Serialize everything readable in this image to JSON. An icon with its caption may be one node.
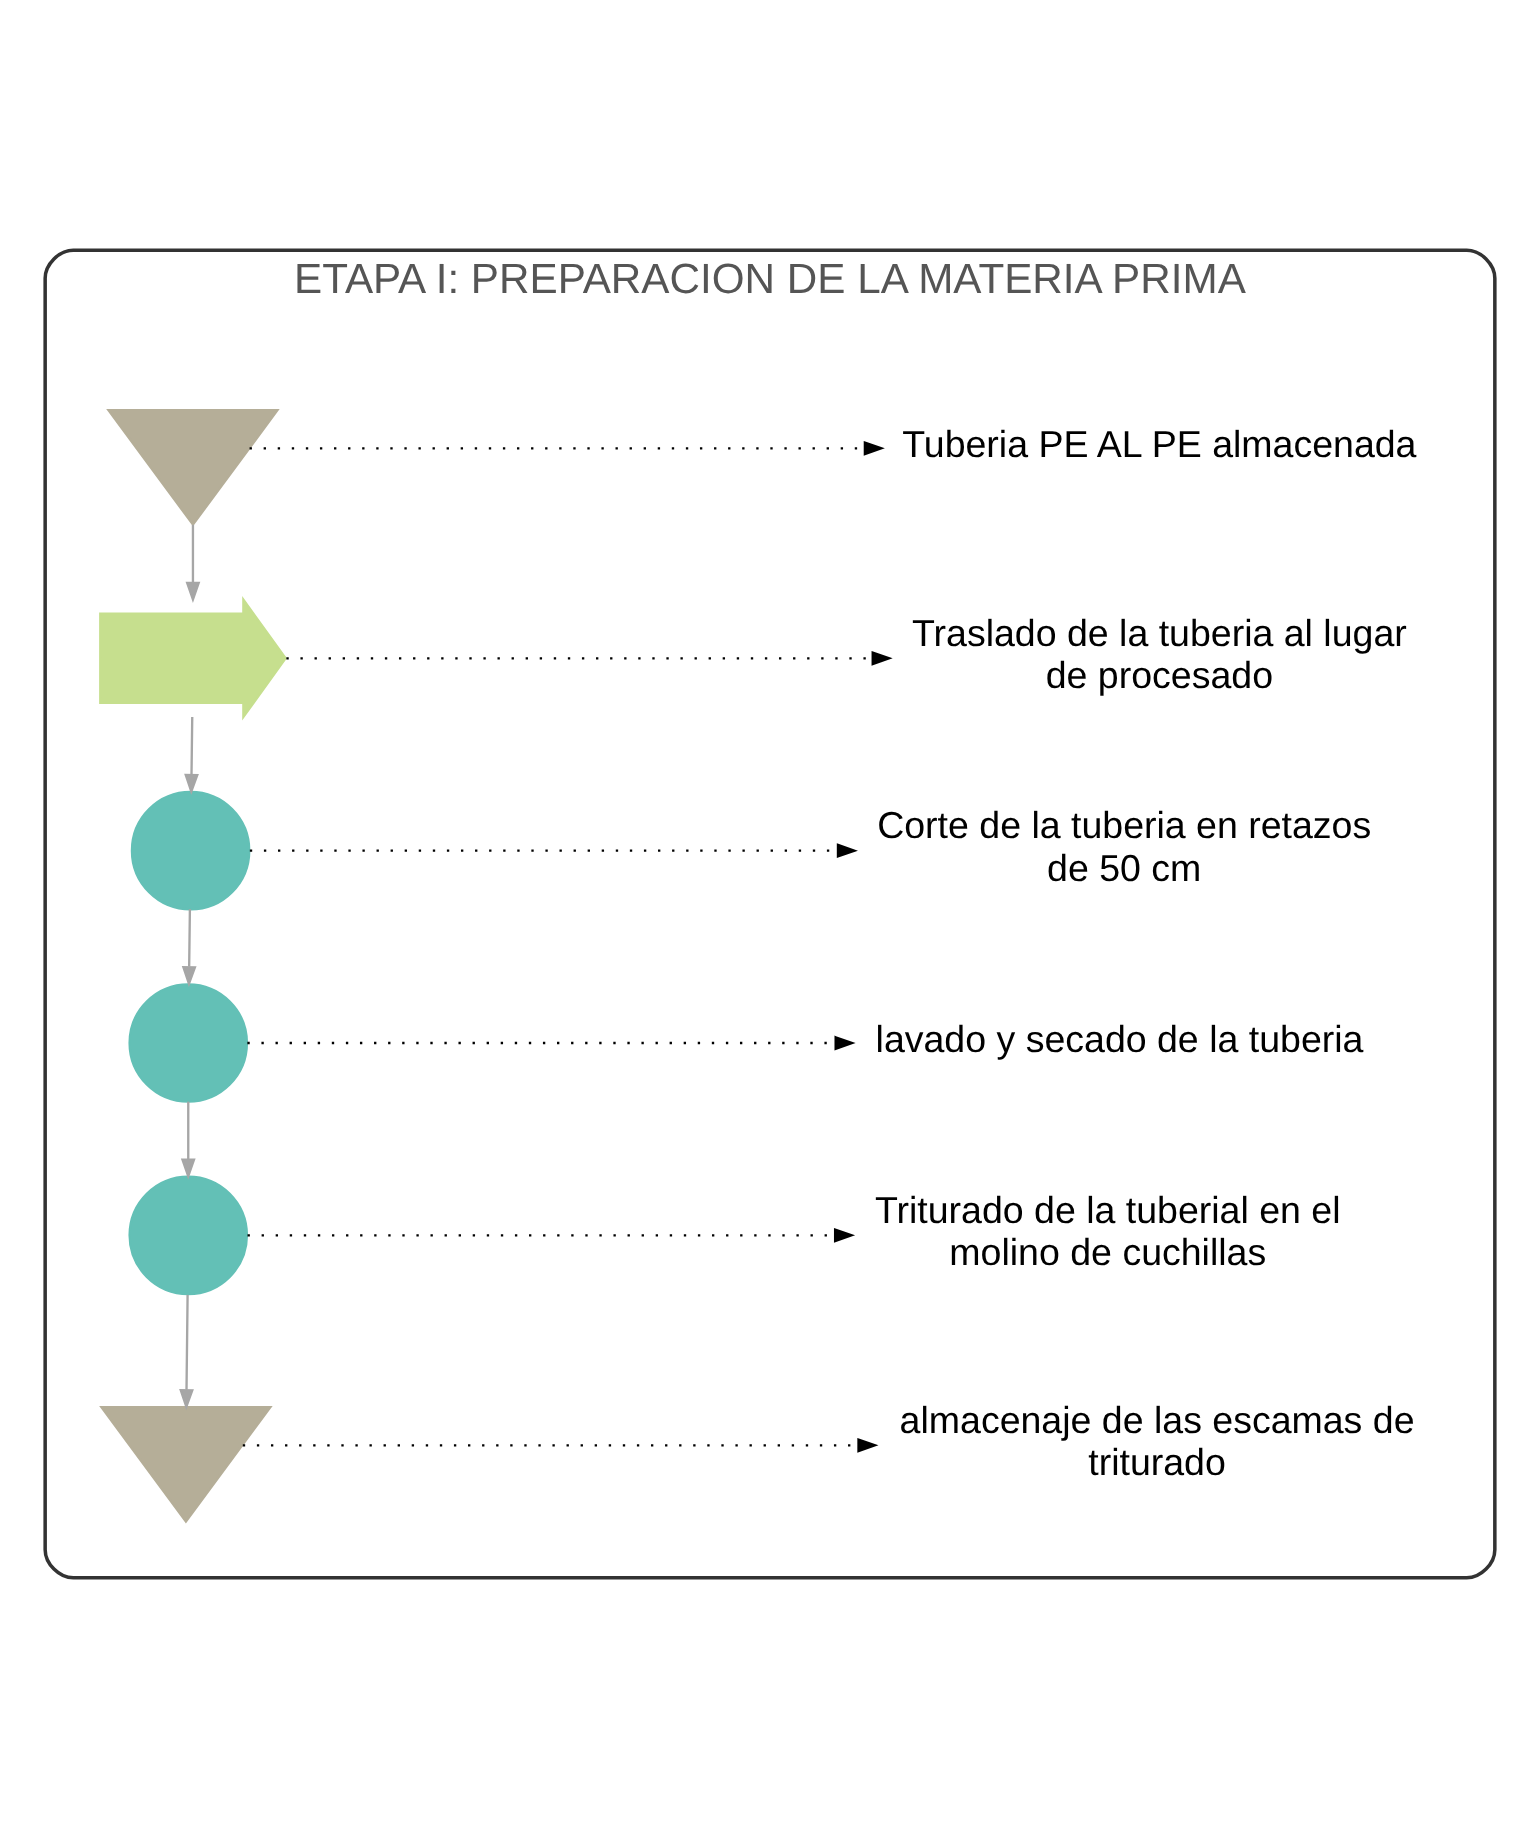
{
  "diagram": {
    "nodes": [
      {
        "text": [
          "ETAPA I: PREPARACION DE LA MATERIA PRIMA"
        ]
      },
      {
        "text": [],
        "shape": "triangle",
        "in": 0
      },
      {
        "text": [
          "Tuberia PE AL PE almacenada"
        ],
        "in": 0
      },
      {
        "text": [],
        "shape": "arrow",
        "in": 0
      },
      {
        "text": [
          "Traslado de la tuberia al lugar de procesado"
        ],
        "in": 0
      },
      {
        "text": [],
        "shape": "circle",
        "in": 0
      },
      {
        "text": [
          "Corte de la tuberia en retazos de 50 cm"
        ],
        "in": 0
      },
      {
        "text": [],
        "shape": "circle",
        "in": 0
      },
      {
        "text": [
          "lavado y secado de la tuberia"
        ],
        "in": 0
      },
      {
        "text": [],
        "shape": "circle",
        "in": 0
      },
      {
        "text": [
          "Triturado de la tuberial en el molino de cuchillas"
        ],
        "in": 0
      },
      {
        "text": [],
        "shape": "triangle",
        "in": 0
      },
      {
        "text": [
          "almacenaje de las escamas de triturado"
        ],
        "in": 0
      }
    ],
    "edges": [
      {
        "from": 1,
        "to": 2,
        "arrow": "to",
        "style": "dashed"
      },
      {
        "from": 1,
        "to": 3,
        "arrow": "to",
        "color": "#a6a6a6"
      },
      {
        "from": 3,
        "to": 4,
        "arrow": "to",
        "style": "dashed"
      },
      {
        "from": 3,
        "to": 5,
        "arrow": "to",
        "color": "#a6a6a6"
      },
      {
        "from": 5,
        "to": 6,
        "arrow": "to",
        "style": "dashed"
      },
      {
        "from": 5,
        "to": 7,
        "arrow": "to",
        "color": "#a6a6a6"
      },
      {
        "from": 7,
        "to": 8,
        "arrow": "to",
        "style": "dashed"
      },
      {
        "from": 7,
        "to": 9,
        "arrow": "to",
        "color": "#a6a6a6"
      },
      {
        "from": 9,
        "to": 10,
        "arrow": "to",
        "style": "dashed"
      },
      {
        "from": 9,
        "to": 11,
        "arrow": "to",
        "color": "#a6a6a6"
      },
      {
        "from": 11,
        "to": 12,
        "arrow": "to",
        "style": "dashed"
      }
    ]
  }
}
